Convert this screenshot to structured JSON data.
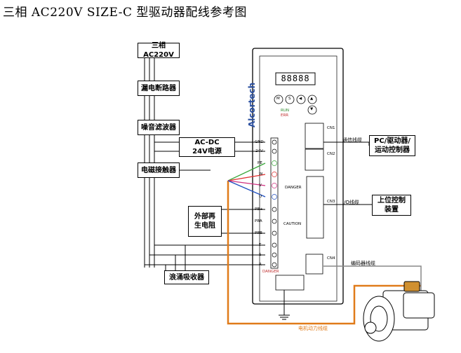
{
  "title": "三相 AC220V SIZE-C 型驱动器配线参考图",
  "blocks": {
    "power": "三相AC220V",
    "breaker": "漏电断路器",
    "noise_filter": "噪音滤波器",
    "contactor": "电磁接触器",
    "acdc_line1": "AC-DC",
    "acdc_line2": "24V电源",
    "ext_res_line1": "外部再",
    "ext_res_line2": "生电阻",
    "surge": "浪涌吸收器",
    "pc_line1": "PC/驱动器/",
    "pc_line2": "运动控制器",
    "host_line1": "上位控制",
    "host_line2": "装置"
  },
  "cable_labels": {
    "comm": "通信线缆",
    "io": "I/O线缆",
    "encoder": "编码器线缆",
    "motor_power": "电机动力线缆"
  },
  "drive": {
    "brand": "Alcortech",
    "led_display": "88888",
    "keys": [
      "M",
      "S",
      "◀",
      "▲",
      "▼"
    ],
    "led_run": "RUN",
    "led_err": "ERR",
    "danger_text": "DANGER",
    "caution_text": "CAUTION",
    "terminals": [
      "GND",
      "24V",
      "PE",
      "W",
      "V",
      "U",
      "PB+",
      "PRA",
      "PRB",
      "T",
      "S",
      "R"
    ],
    "connectors": [
      "CN1",
      "CN2",
      "CN3",
      "CN4"
    ],
    "danger_small": "DANGER"
  },
  "colors": {
    "motor_cable": "#e07b1a",
    "wire_pe": "#3aa63a",
    "wire_w": "#e03030",
    "wire_v": "#d03080",
    "wire_u": "#2050c0",
    "encoder_cable": "#888888"
  }
}
